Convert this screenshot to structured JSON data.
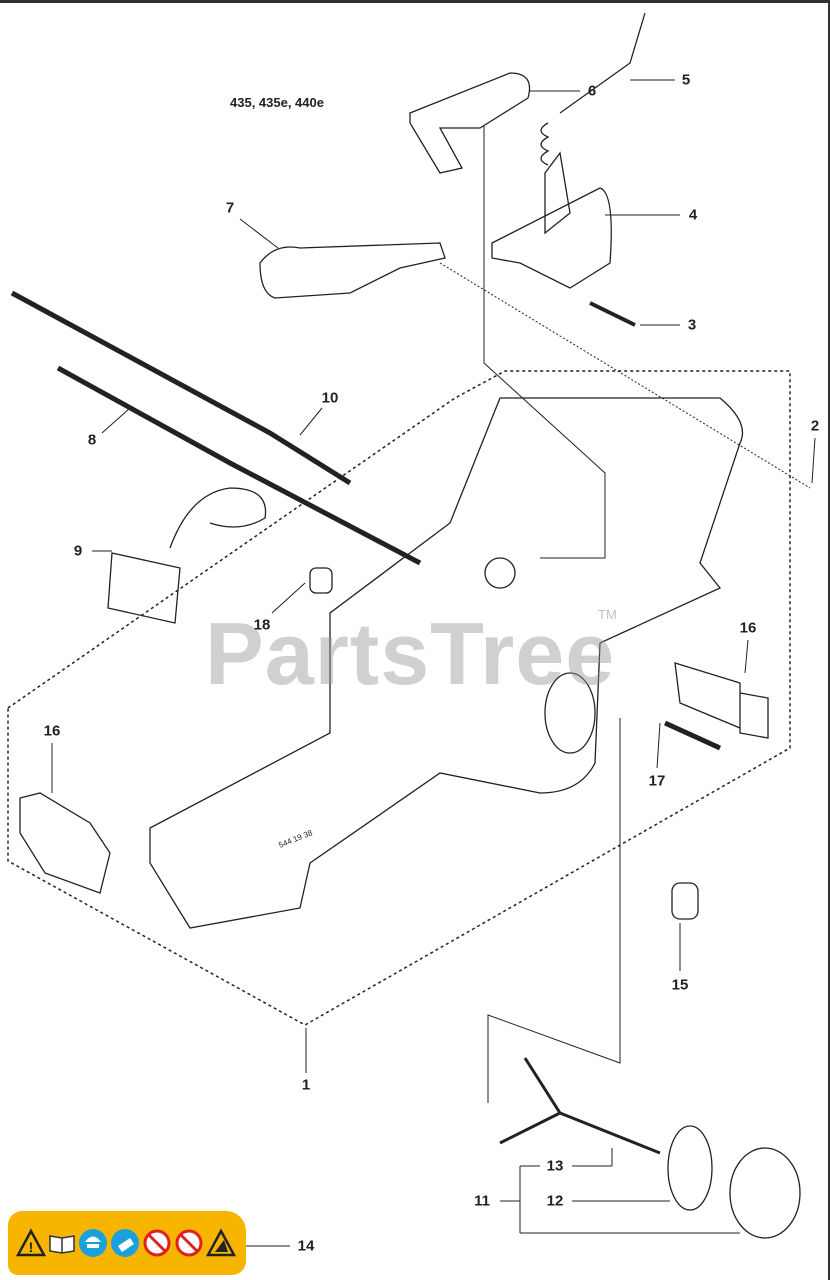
{
  "title": "435, 435e, 440e",
  "watermark": "PartsTree",
  "watermark_tm": "TM",
  "callouts": {
    "c1": "1",
    "c2": "2",
    "c3": "3",
    "c4": "4",
    "c5": "5",
    "c6": "6",
    "c7": "7",
    "c8": "8",
    "c9": "9",
    "c10": "10",
    "c11": "11",
    "c12": "12",
    "c13": "13",
    "c14": "14",
    "c15": "15",
    "c16a": "16",
    "c16b": "16",
    "c17": "17",
    "c18": "18"
  },
  "colors": {
    "decal": "#f7b500",
    "ink": "#222222",
    "safety_blue": "#1aa0dc",
    "prohibit_red": "#e02020"
  },
  "decal_icons": [
    "warning-triangle-icon",
    "manual-book-icon",
    "head-protection-icon",
    "glove-icon",
    "no-one-hand-icon",
    "no-kickback-icon",
    "kickback-warning-icon"
  ]
}
